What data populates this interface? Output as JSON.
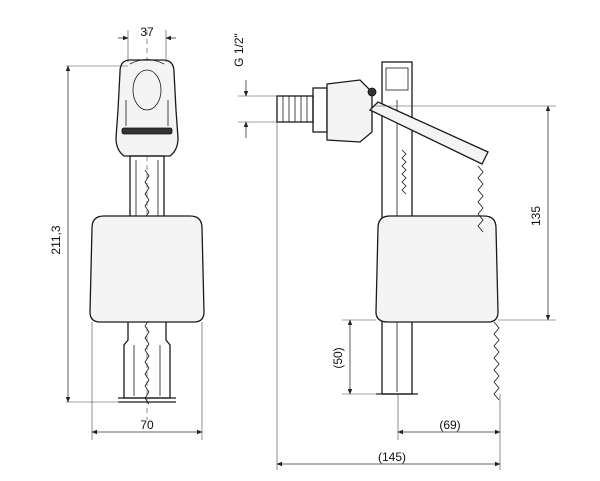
{
  "dimensions": {
    "top_width": "37",
    "height": "211,3",
    "bottom_width": "70",
    "thread": "G 1/2\"",
    "side_height": "135",
    "lower_height": "(50)",
    "offset": "(69)",
    "total_width": "(145)"
  },
  "colors": {
    "line": "#1a1a1a",
    "body_fill": "#f4f4f4",
    "background": "#ffffff"
  }
}
